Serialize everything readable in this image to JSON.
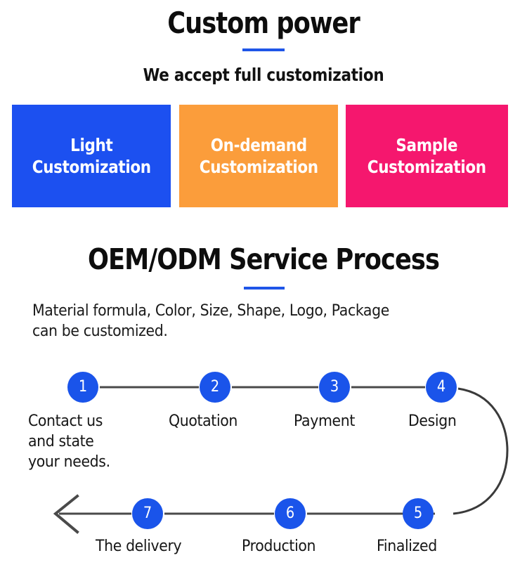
{
  "hero": {
    "title": "Custom power",
    "subtitle": "We accept full customization"
  },
  "colors": {
    "accent_blue": "#1f56e8",
    "card_blue": "#1c50f0",
    "card_orange": "#fb9d3b",
    "card_pink": "#f5176e",
    "node_blue": "#1a54ea",
    "connector_gray": "#4a4a4a"
  },
  "cards": [
    {
      "label": "Light\nCustomization",
      "bg": "#1c50f0"
    },
    {
      "label": "On-demand\nCustomization",
      "bg": "#fb9d3b"
    },
    {
      "label": "Sample\nCustomization",
      "bg": "#f5176e"
    }
  ],
  "process": {
    "title": "OEM/ODM Service Process",
    "description": "Material formula, Color, Size, Shape, Logo, Package\ncan be customized.",
    "steps": [
      {
        "number": "1",
        "label": "Contact us\nand state\nyour needs."
      },
      {
        "number": "2",
        "label": "Quotation"
      },
      {
        "number": "3",
        "label": "Payment"
      },
      {
        "number": "4",
        "label": "Design"
      },
      {
        "number": "5",
        "label": "Finalized"
      },
      {
        "number": "6",
        "label": "Production"
      },
      {
        "number": "7",
        "label": "The delivery"
      }
    ]
  }
}
